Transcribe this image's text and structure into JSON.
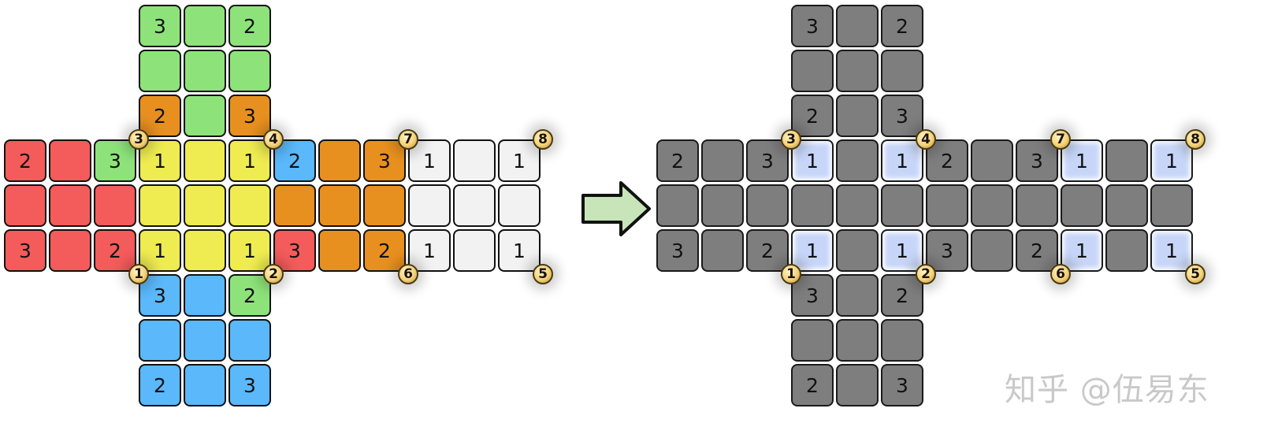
{
  "colors": {
    "green": "#8de37a",
    "orange": "#e8901f",
    "yellow": "#eeec50",
    "red": "#f45b5b",
    "blue": "#5ab8fb",
    "white": "#f2f2f2",
    "gray": "#7e7e7e",
    "lightblue": "#c7d6f8",
    "arrow": "#c7e5b8"
  },
  "left_net": [
    [
      "",
      "",
      "",
      "green:3",
      "green",
      "green:2",
      "",
      "",
      "",
      "",
      "",
      ""
    ],
    [
      "",
      "",
      "",
      "green",
      "green",
      "green",
      "",
      "",
      "",
      "",
      "",
      ""
    ],
    [
      "",
      "",
      "",
      "orange:2",
      "green",
      "orange:3",
      "",
      "",
      "",
      "",
      "",
      ""
    ],
    [
      "red:2",
      "red",
      "green:3",
      "yellow:1",
      "yellow",
      "yellow:1",
      "blue:2",
      "orange",
      "orange:3",
      "white:1",
      "white",
      "white:1"
    ],
    [
      "red",
      "red",
      "red",
      "yellow",
      "yellow",
      "yellow",
      "orange",
      "orange",
      "orange",
      "white",
      "white",
      "white"
    ],
    [
      "red:3",
      "red",
      "red:2",
      "yellow:1",
      "yellow",
      "yellow:1",
      "red:3",
      "orange",
      "orange:2",
      "white:1",
      "white",
      "white:1"
    ],
    [
      "",
      "",
      "",
      "blue:3",
      "blue",
      "green:2",
      "",
      "",
      "",
      "",
      "",
      ""
    ],
    [
      "",
      "",
      "",
      "blue",
      "blue",
      "blue",
      "",
      "",
      "",
      "",
      "",
      ""
    ],
    [
      "",
      "",
      "",
      "blue:2",
      "blue",
      "blue:3",
      "",
      "",
      "",
      "",
      "",
      ""
    ]
  ],
  "right_net": [
    [
      "",
      "",
      "",
      "gray:3",
      "gray",
      "gray:2",
      "",
      "",
      "",
      "",
      "",
      ""
    ],
    [
      "",
      "",
      "",
      "gray",
      "gray",
      "gray",
      "",
      "",
      "",
      "",
      "",
      ""
    ],
    [
      "",
      "",
      "",
      "gray:2",
      "gray",
      "gray:3",
      "",
      "",
      "",
      "",
      "",
      ""
    ],
    [
      "gray:2",
      "gray",
      "gray:3",
      "lightblue:1",
      "gray",
      "lightblue:1",
      "gray:2",
      "gray",
      "gray:3",
      "lightblue:1",
      "gray",
      "lightblue:1"
    ],
    [
      "gray",
      "gray",
      "gray",
      "gray",
      "gray",
      "gray",
      "gray",
      "gray",
      "gray",
      "gray",
      "gray",
      "gray"
    ],
    [
      "gray:3",
      "gray",
      "gray:2",
      "lightblue:1",
      "gray",
      "lightblue:1",
      "gray:3",
      "gray",
      "gray:2",
      "lightblue:1",
      "gray",
      "lightblue:1"
    ],
    [
      "",
      "",
      "",
      "gray:3",
      "gray",
      "gray:2",
      "",
      "",
      "",
      "",
      "",
      ""
    ],
    [
      "",
      "",
      "",
      "gray",
      "gray",
      "gray",
      "",
      "",
      "",
      "",
      "",
      ""
    ],
    [
      "",
      "",
      "",
      "gray:2",
      "gray",
      "gray:3",
      "",
      "",
      "",
      "",
      "",
      ""
    ]
  ],
  "corner_badges": [
    {
      "label": "1",
      "corner": [
        6,
        3
      ]
    },
    {
      "label": "2",
      "corner": [
        6,
        6
      ]
    },
    {
      "label": "3",
      "corner": [
        3,
        3
      ]
    },
    {
      "label": "4",
      "corner": [
        3,
        6
      ]
    },
    {
      "label": "5",
      "corner": [
        6,
        12
      ]
    },
    {
      "label": "6",
      "corner": [
        6,
        9
      ]
    },
    {
      "label": "7",
      "corner": [
        3,
        9
      ]
    },
    {
      "label": "8",
      "corner": [
        3,
        12
      ]
    }
  ],
  "watermark": "知乎 @伍易东"
}
